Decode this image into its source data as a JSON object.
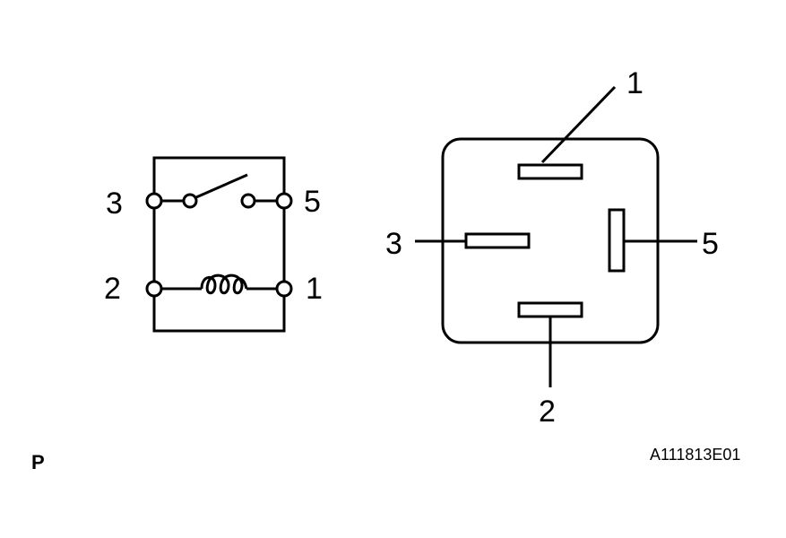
{
  "schematic": {
    "terminals": {
      "t3": "3",
      "t5": "5",
      "t2": "2",
      "t1": "1"
    }
  },
  "connector": {
    "terminals": {
      "t1": "1",
      "t3": "3",
      "t5": "5",
      "t2": "2"
    }
  },
  "footer": {
    "view_label": "P",
    "figure_id": "A111813E01"
  }
}
